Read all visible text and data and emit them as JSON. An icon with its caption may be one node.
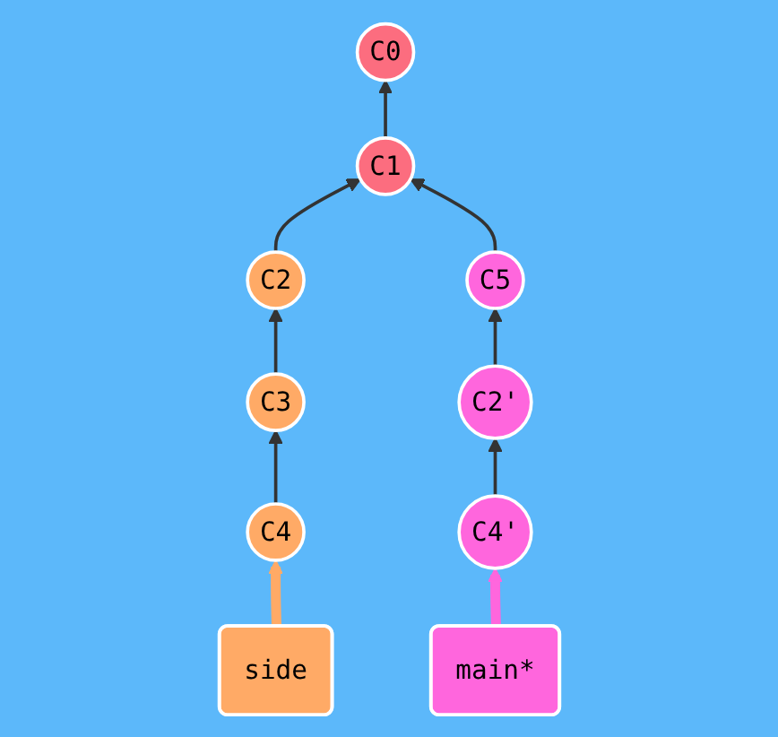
{
  "diagram": {
    "nodes": [
      {
        "text": [
          "C0"
        ]
      },
      {
        "text": [
          "C1"
        ]
      },
      {
        "text": [
          "C2"
        ]
      },
      {
        "text": [
          "C5"
        ]
      },
      {
        "text": [
          "C3"
        ]
      },
      {
        "text": [
          "C2'"
        ]
      },
      {
        "text": [
          "side"
        ]
      },
      {
        "text": [
          "C4"
        ]
      },
      {
        "text": [
          "C4'"
        ]
      },
      {
        "text": [
          "main*"
        ]
      }
    ],
    "edges": [
      {
        "from": 1,
        "to": 0,
        "arrow": "to"
      },
      {
        "from": 2,
        "to": 1,
        "arrow": "to"
      },
      {
        "from": 3,
        "to": 1,
        "arrow": "to"
      },
      {
        "from": 4,
        "to": 2,
        "arrow": "to"
      },
      {
        "from": 5,
        "to": 3,
        "arrow": "to"
      },
      {
        "from": 7,
        "to": 4,
        "arrow": "to"
      },
      {
        "from": 8,
        "to": 5,
        "arrow": "to"
      },
      {
        "from": 6,
        "to": 7,
        "arrow": "to",
        "style": "thick",
        "color": "#ffaa66"
      },
      {
        "from": 9,
        "to": 8,
        "arrow": "to",
        "style": "thick",
        "color": "#ff66dd"
      }
    ]
  }
}
